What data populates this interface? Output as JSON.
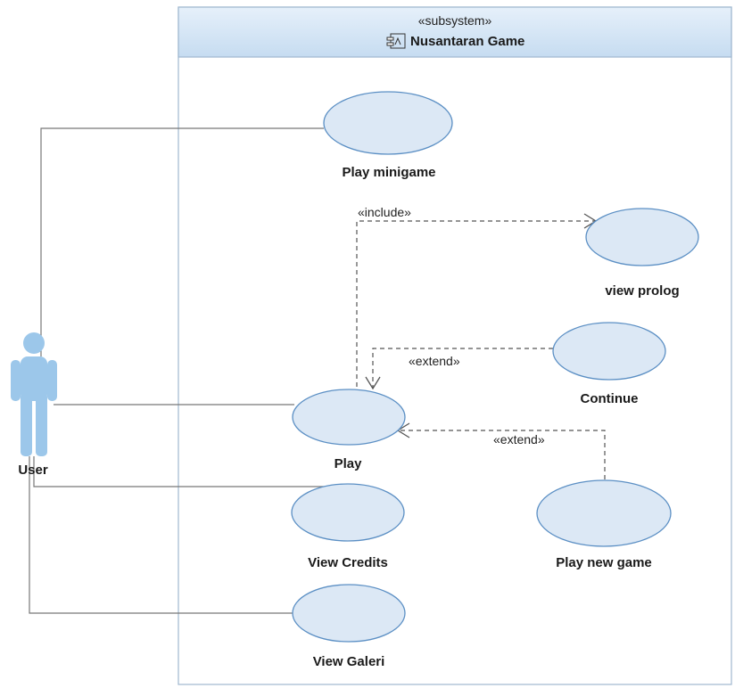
{
  "subsystem": {
    "stereotype": "«subsystem»",
    "name": "Nusantaran Game",
    "icon": "component-icon"
  },
  "actor": {
    "name": "User",
    "color": "#9cc7ea"
  },
  "use_cases": {
    "play_minigame": "Play minigame",
    "view_prolog": "view prolog",
    "continue": "Continue",
    "play": "Play",
    "play_new_game": "Play new game",
    "view_credits": "View Credits",
    "view_galeri": "View Galeri"
  },
  "relations": {
    "include_label": "«include»",
    "extend_continue_label": "«extend»",
    "extend_new_game_label": "«extend»"
  },
  "colors": {
    "usecase_fill": "#dce8f5",
    "usecase_stroke": "#5b8fc4",
    "header_fill": "#cfe2f4",
    "boundary_stroke": "#9fb7cf"
  }
}
